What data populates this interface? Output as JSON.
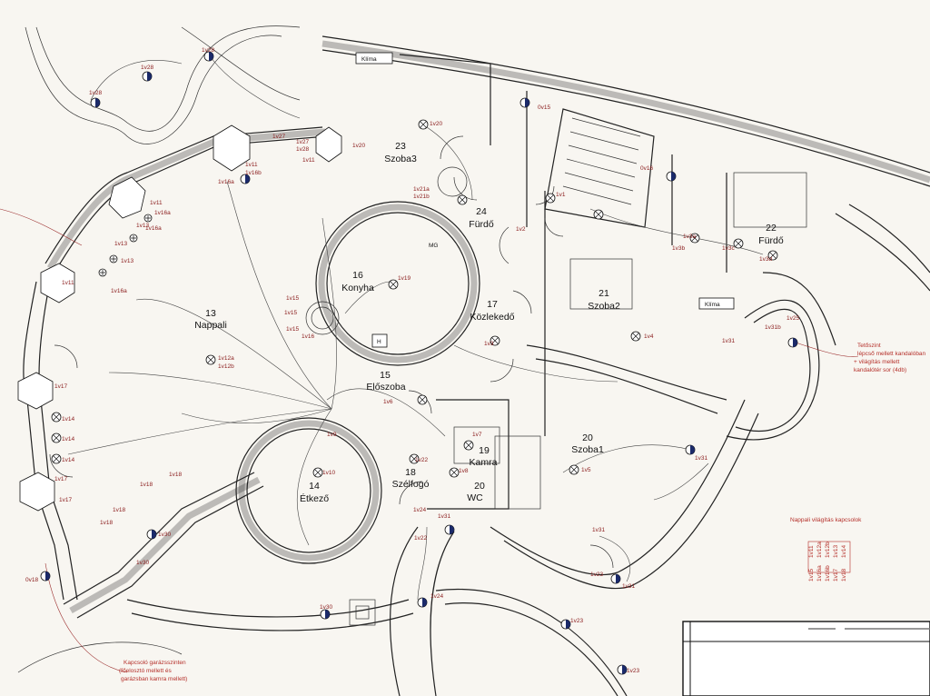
{
  "rooms": [
    {
      "num": "13",
      "name": "Nappali"
    },
    {
      "num": "14",
      "name": "Étkező"
    },
    {
      "num": "15",
      "name": "Előszoba"
    },
    {
      "num": "16",
      "name": "Konyha"
    },
    {
      "num": "17",
      "name": "Közlekedő"
    },
    {
      "num": "18",
      "name": "Szélfogó"
    },
    {
      "num": "19",
      "name": "Kamra"
    },
    {
      "num": "20",
      "name": "WC"
    },
    {
      "num": "20",
      "name": "Szoba1"
    },
    {
      "num": "21",
      "name": "Szoba2"
    },
    {
      "num": "22",
      "name": "Fürdő"
    },
    {
      "num": "23",
      "name": "Szoba3"
    },
    {
      "num": "24",
      "name": "Fürdő"
    }
  ],
  "equipment": {
    "klima_1": "Klíma",
    "klima_2": "Klíma",
    "mg": "MG",
    "h": "H"
  },
  "circuit_labels": [
    "1v28",
    "1v28",
    "1v28",
    "1v27",
    "1v27",
    "1v28",
    "1v20",
    "1v11",
    "1v11",
    "1v16b",
    "1v16a",
    "1v16a",
    "1v13",
    "1v13",
    "1v13",
    "1v16a",
    "1v11",
    "1v16a",
    "1v11",
    "1v17",
    "1v14",
    "1v14",
    "1v14",
    "1v17",
    "1v17",
    "1v18",
    "1v18",
    "1v18",
    "1v18",
    "1v30",
    "1v30",
    "1v30",
    "1v19",
    "1v15",
    "1v15",
    "1v15",
    "1v16",
    "1v12a",
    "1v12b",
    "1v10",
    "1v9",
    "1v6",
    "1v8",
    "1v22",
    "1v24",
    "1v31",
    "1v22",
    "1v24",
    "1v7",
    "1v5",
    "1v4",
    "1v3",
    "1v2",
    "1v1",
    "1v21a",
    "1v21b",
    "1v20",
    "1v23",
    "1v31",
    "1v31",
    "1v23",
    "1v31",
    "1v23",
    "1v3a",
    "1v3b",
    "1v3c",
    "1v3d",
    "1v31b",
    "1v25",
    "1v31",
    "0v15",
    "0v16",
    "0v18"
  ],
  "notes": {
    "garage": [
      "Kapcsoló garázsszinten",
      "(főelosztó mellett és",
      "garázsban kamra mellett)"
    ],
    "ceiling": [
      "Tetőszint",
      "lépcső mellett kandalóban",
      "+ világítás mellett",
      "kandalótér sor (4db)"
    ],
    "switch_legend_title": "Nappali világítás kapcsolok",
    "switch_legend_items": [
      "1v11",
      "1v12a",
      "1v12b",
      "1v13",
      "1v14",
      "1v15",
      "1v16a",
      "1v16b",
      "1v17",
      "1v18"
    ]
  }
}
